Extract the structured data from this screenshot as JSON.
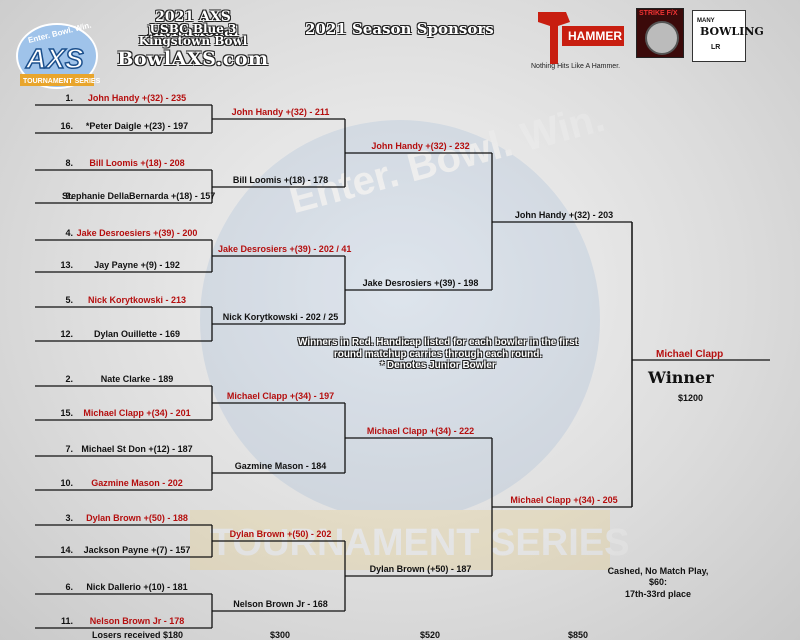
{
  "header": {
    "logo_text": "Enter. Bowl. Win.",
    "logo_main": "AXS",
    "logo_sub": "TOURNAMENT SERIES",
    "title_line1": "2021 AXS Invitational",
    "title_line2": "USBC Blue 3",
    "title_line3": "Kingstown Bowl",
    "website": "BowlAXS.com",
    "sponsors_label": "2021 Season Sponsors"
  },
  "sponsors": {
    "hammer_name": "HAMMER",
    "hammer_tagline": "Nothing Hits Like A Hammer.",
    "strike_name": "STRIKE F/X",
    "bowl_top": "MANY",
    "bowl_main": "BOWLING",
    "bowl_bottom": "LR"
  },
  "round1": [
    {
      "seed": "1.",
      "text": "John Handy +(32) - 235",
      "winner": true
    },
    {
      "seed": "16.",
      "text": "*Peter Daigle +(23) - 197",
      "winner": false
    },
    {
      "seed": "8.",
      "text": "Bill Loomis +(18) - 208",
      "winner": true
    },
    {
      "seed": "9.",
      "text": "Stephanie DellaBernarda +(18) - 157",
      "winner": false
    },
    {
      "seed": "4.",
      "text": "Jake Desroesiers +(39) - 200",
      "winner": true
    },
    {
      "seed": "13.",
      "text": "Jay Payne +(9) - 192",
      "winner": false
    },
    {
      "seed": "5.",
      "text": "Nick Korytkowski - 213",
      "winner": true
    },
    {
      "seed": "12.",
      "text": "Dylan Ouillette - 169",
      "winner": false
    },
    {
      "seed": "2.",
      "text": "Nate Clarke - 189",
      "winner": false
    },
    {
      "seed": "15.",
      "text": "Michael Clapp +(34) - 201",
      "winner": true
    },
    {
      "seed": "7.",
      "text": "Michael St Don +(12) - 187",
      "winner": false
    },
    {
      "seed": "10.",
      "text": "Gazmine Mason - 202",
      "winner": true
    },
    {
      "seed": "3.",
      "text": "Dylan Brown +(50) - 188",
      "winner": true
    },
    {
      "seed": "14.",
      "text": "Jackson Payne +(7) - 157",
      "winner": false
    },
    {
      "seed": "6.",
      "text": "Nick Dallerio +(10) - 181",
      "winner": false
    },
    {
      "seed": "11.",
      "text": "Nelson Brown Jr - 178",
      "winner": true
    }
  ],
  "round2": [
    {
      "text": "John Handy +(32) - 211",
      "winner": true
    },
    {
      "text": "Bill Loomis +(18) - 178",
      "winner": false
    },
    {
      "text": "Jake Desrosiers +(39) - 202 / 41",
      "winner": true
    },
    {
      "text": "Nick Korytkowski - 202 / 25",
      "winner": false
    },
    {
      "text": "Michael Clapp +(34) - 197",
      "winner": true
    },
    {
      "text": "Gazmine Mason - 184",
      "winner": false
    },
    {
      "text": "Dylan Brown +(50) - 202",
      "winner": true
    },
    {
      "text": "Nelson Brown Jr - 168",
      "winner": false
    }
  ],
  "round3": [
    {
      "text": "John Handy +(32) - 232",
      "winner": true
    },
    {
      "text": "Jake Desrosiers +(39) - 198",
      "winner": false
    },
    {
      "text": "Michael Clapp +(34) - 222",
      "winner": true
    },
    {
      "text": "Dylan Brown (+50) - 187",
      "winner": false
    }
  ],
  "round4": [
    {
      "text": "John Handy +(32) - 203",
      "winner": false
    },
    {
      "text": "Michael Clapp +(34) - 205",
      "winner": true
    }
  ],
  "champion": {
    "name": "Michael Clapp",
    "label": "Winner",
    "prize": "$1200"
  },
  "note": {
    "line1": "Winners in Red.  Handicap listed for each bowler in the first",
    "line2": "round matchup carries through each round.",
    "line3": "* Denotes Junior Bowler"
  },
  "prizes": {
    "round1": "Losers received $180",
    "round2": "$300",
    "round3": "$520",
    "round4": "$850"
  },
  "cashed": {
    "line1": "Cashed, No Match Play, $60:",
    "line2": "17th-33rd place"
  },
  "watermark": {
    "text": "Enter. Bowl. Win.",
    "series": "TOURNAMENT SERIES"
  },
  "colors": {
    "winner_red": "#b50f0f",
    "hammer_red": "#c81e10",
    "line": "#111111"
  }
}
